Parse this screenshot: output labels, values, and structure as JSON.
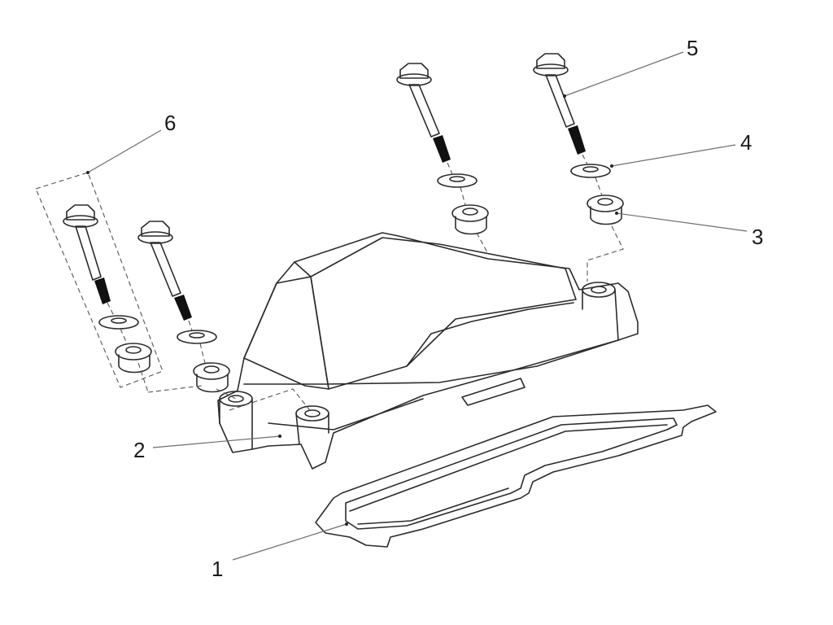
{
  "callouts": [
    {
      "id": "1",
      "label": "1"
    },
    {
      "id": "2",
      "label": "2"
    },
    {
      "id": "3",
      "label": "3"
    },
    {
      "id": "4",
      "label": "4"
    },
    {
      "id": "5",
      "label": "5"
    },
    {
      "id": "6",
      "label": "6"
    }
  ],
  "colors": {
    "background": "#ffffff",
    "line": "#2b2b2b",
    "cover_fill": "#ececec",
    "cover_shade": "#d9d9d9",
    "thread": "#111111"
  }
}
